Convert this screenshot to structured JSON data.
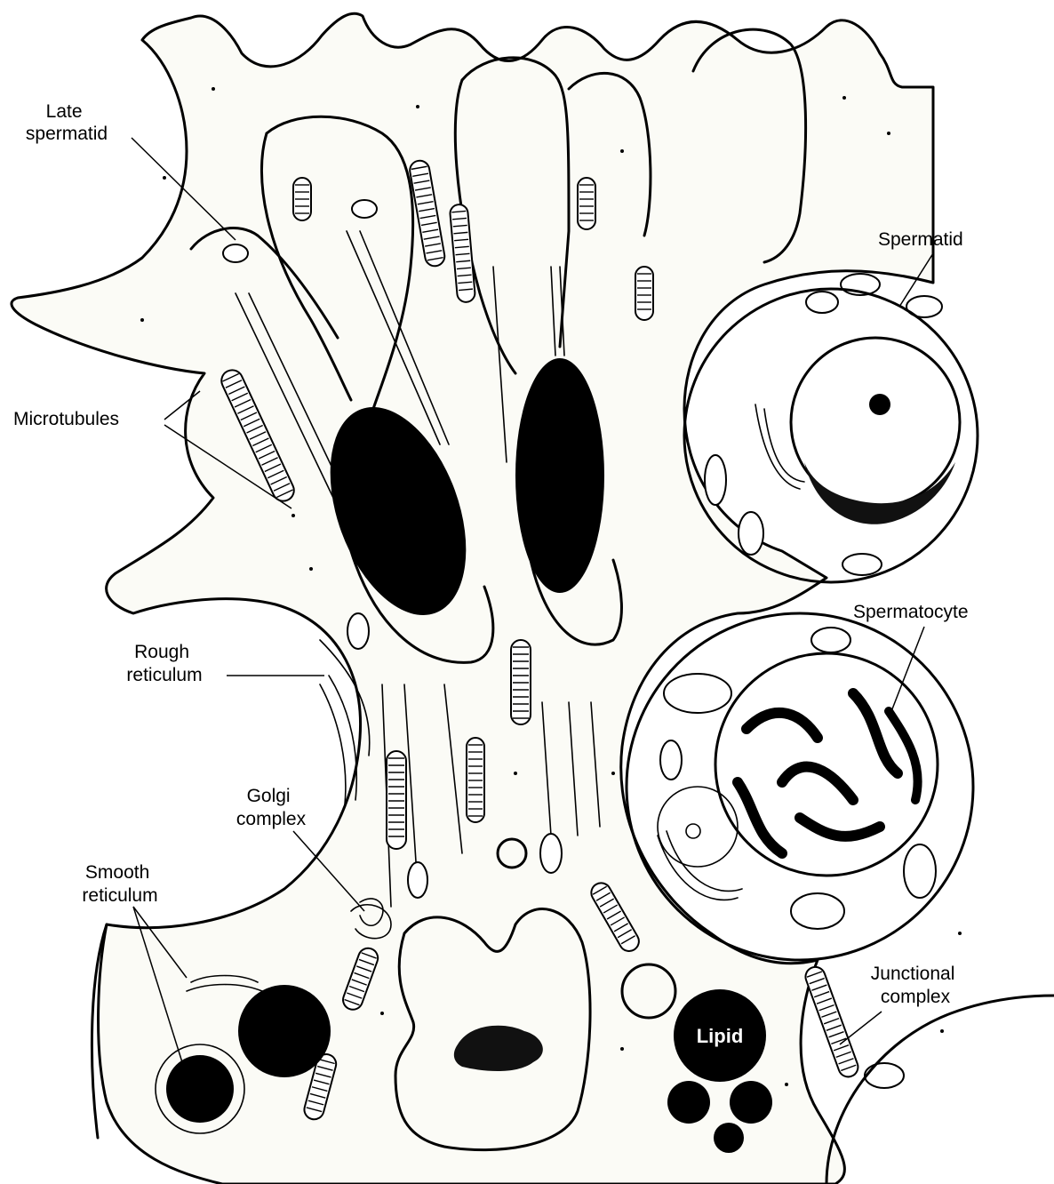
{
  "labels": {
    "late_spermatid": [
      "Late",
      "spermatid"
    ],
    "microtubules": "Microtubules",
    "rough_reticulum": [
      "Rough",
      "reticulum"
    ],
    "golgi_complex": [
      "Golgi",
      "complex"
    ],
    "smooth_reticulum": [
      "Smooth",
      "reticulum"
    ],
    "spermatid": "Spermatid",
    "spermatocyte": "Spermatocyte",
    "junctional_complex": [
      "Junctional",
      "complex"
    ],
    "lipid": "Lipid"
  }
}
